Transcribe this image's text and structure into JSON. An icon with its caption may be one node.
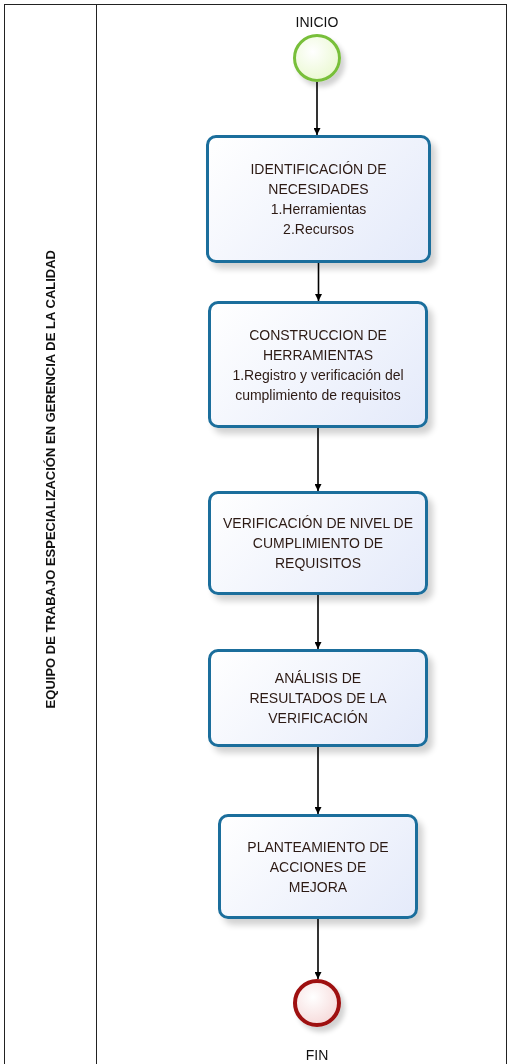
{
  "diagram": {
    "nodes": [
      {
        "text": [
          "EQUIPO DE TRABAJO ESPECIALIZACIÓN EN GERENCIA DE LA CALIDAD"
        ]
      },
      {
        "text": [],
        "shape": "circle",
        "in": 0,
        "beside": [
          "INICIO"
        ]
      },
      {
        "text": [
          "IDENTIFICACIÓN DE NECESIDADES",
          "1.Herramientas",
          "2.Recursos"
        ],
        "in": 0
      },
      {
        "text": [
          "CONSTRUCCION DE HERRAMIENTAS",
          "1.Registro y verificación del cumplimiento de requisitos"
        ],
        "in": 0
      },
      {
        "text": [
          "VERIFICACIÓN DE NIVEL DE CUMPLIMIENTO DE REQUISITOS"
        ],
        "in": 0
      },
      {
        "text": [
          "ANÁLISIS DE RESULTADOS DE LA VERIFICACIÓN"
        ],
        "in": 0
      },
      {
        "text": [
          "PLANTEAMIENTO DE ACCIONES DE MEJORA"
        ],
        "in": 0
      },
      {
        "text": [],
        "shape": "circle",
        "in": 0,
        "beside": [
          "FIN"
        ]
      }
    ],
    "edges": [
      {
        "from": 1,
        "to": 2,
        "arrow": "to"
      },
      {
        "from": 2,
        "to": 3,
        "arrow": "to"
      },
      {
        "from": 3,
        "to": 4,
        "arrow": "to"
      },
      {
        "from": 4,
        "to": 5,
        "arrow": "to"
      },
      {
        "from": 5,
        "to": 6,
        "arrow": "to"
      },
      {
        "from": 6,
        "to": 7,
        "arrow": "to"
      }
    ]
  }
}
